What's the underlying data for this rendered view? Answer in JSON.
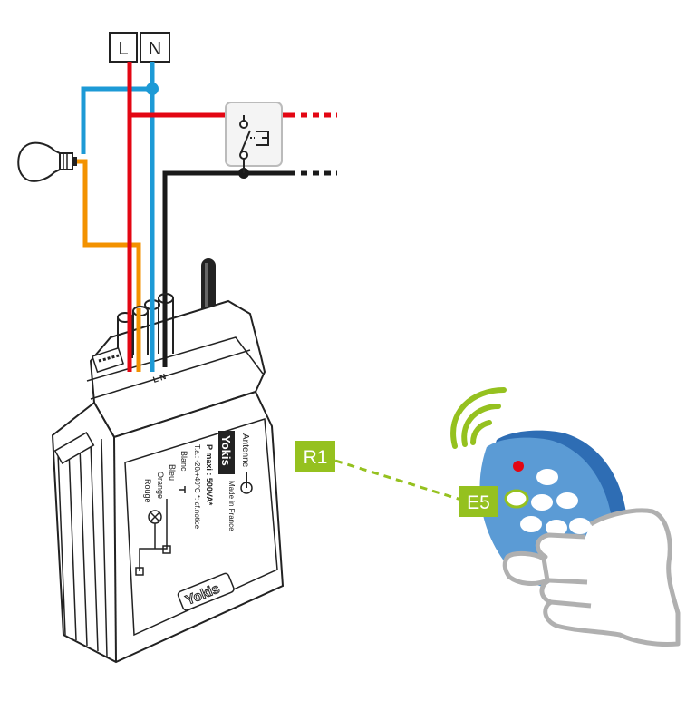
{
  "terminals": {
    "live": "L",
    "neutral": "N"
  },
  "module": {
    "brand": "Yokis",
    "brand_bottom": "Yokis",
    "antenna_label": "Antenne",
    "made_in": "Made in France",
    "power": "P maxi : 500VA*",
    "temp": "T.a.: -20/+40°C *: cf.notice",
    "wire_labels": [
      "Blanc",
      "Bleu",
      "Orange",
      "Rouge"
    ],
    "terminal_marks": "L N"
  },
  "labels": {
    "r1": "R1",
    "e5": "E5"
  },
  "colors": {
    "live": "#e30613",
    "neutral": "#1d9ad6",
    "switched": "#f39200",
    "control": "#1a1a1a",
    "tag": "#95c11f",
    "remote": "#5b9bd5",
    "remote_edge": "#2e6db4",
    "led": "#e30613"
  },
  "icons": [
    "bulb-icon",
    "switch-icon",
    "antenna-icon",
    "signal-waves-icon",
    "hand-icon"
  ]
}
